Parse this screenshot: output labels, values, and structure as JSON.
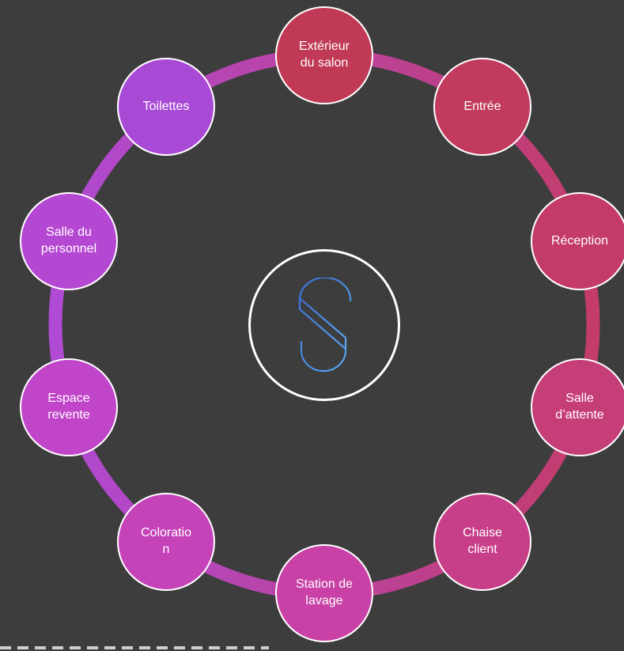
{
  "diagram": {
    "nodes": [
      {
        "id": "exterieur",
        "label": "Extérieur\ndu salon",
        "color": "#c03a55"
      },
      {
        "id": "entree",
        "label": "Entrée",
        "color": "#c23b5e"
      },
      {
        "id": "reception",
        "label": "Réception",
        "color": "#c43b68"
      },
      {
        "id": "salle-attente",
        "label": "Salle\nd’attente",
        "color": "#c53e78"
      },
      {
        "id": "chaise-client",
        "label": "Chaise\nclient",
        "color": "#c73f88"
      },
      {
        "id": "station-lavage",
        "label": "Station de\nlavage",
        "color": "#c941a6"
      },
      {
        "id": "coloration",
        "label": "Coloratio\nn",
        "color": "#c543b8"
      },
      {
        "id": "espace-revente",
        "label": "Espace\nrevente",
        "color": "#c045c8"
      },
      {
        "id": "salle-personnel",
        "label": "Salle du\npersonnel",
        "color": "#b548d2"
      },
      {
        "id": "toilettes",
        "label": "Toilettes",
        "color": "#a94ad6"
      }
    ],
    "center_logo": "S-monogram-icon",
    "ring_gradient": [
      "#c03a55",
      "#c4428a",
      "#c448c0",
      "#ad4cd6"
    ]
  }
}
